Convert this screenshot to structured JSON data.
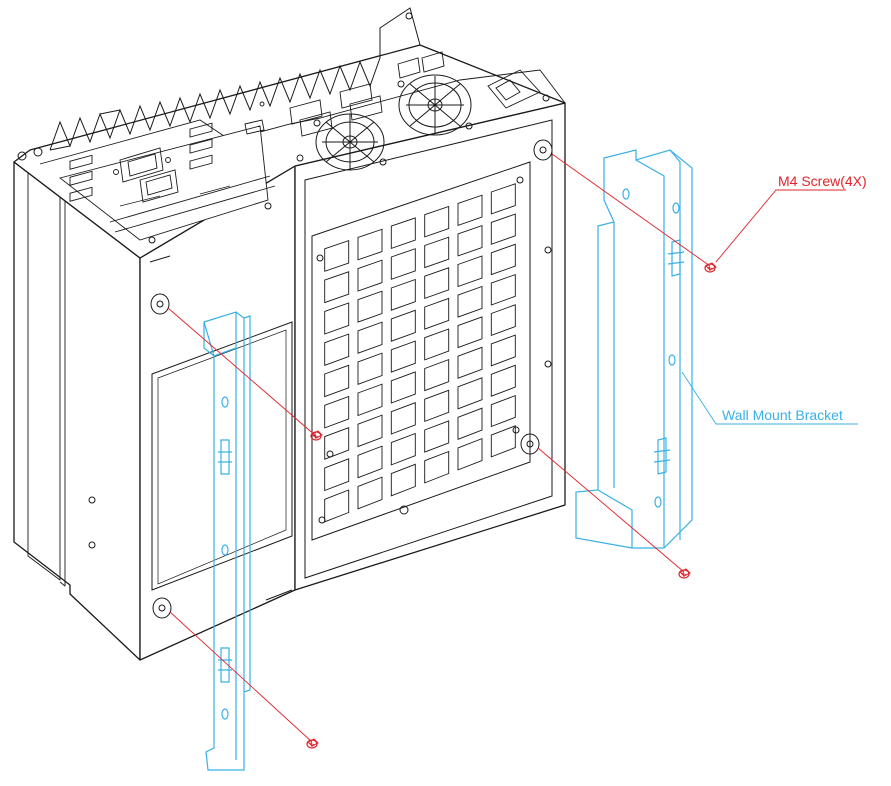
{
  "labels": {
    "screw": "M4 Screw(4X)",
    "bracket": "Wall Mount Bracket"
  },
  "colors": {
    "line": "#1a1a1a",
    "screw": "#e0232a",
    "bracket": "#3ab0e6",
    "fill": "#ffffff"
  },
  "parts": {
    "chassis": "industrial-pc-chassis",
    "heatsink": "heatsink-fins",
    "fans": 2,
    "brackets": 2,
    "screws": 4,
    "grille": {
      "rows": 9,
      "cols": 6
    }
  }
}
